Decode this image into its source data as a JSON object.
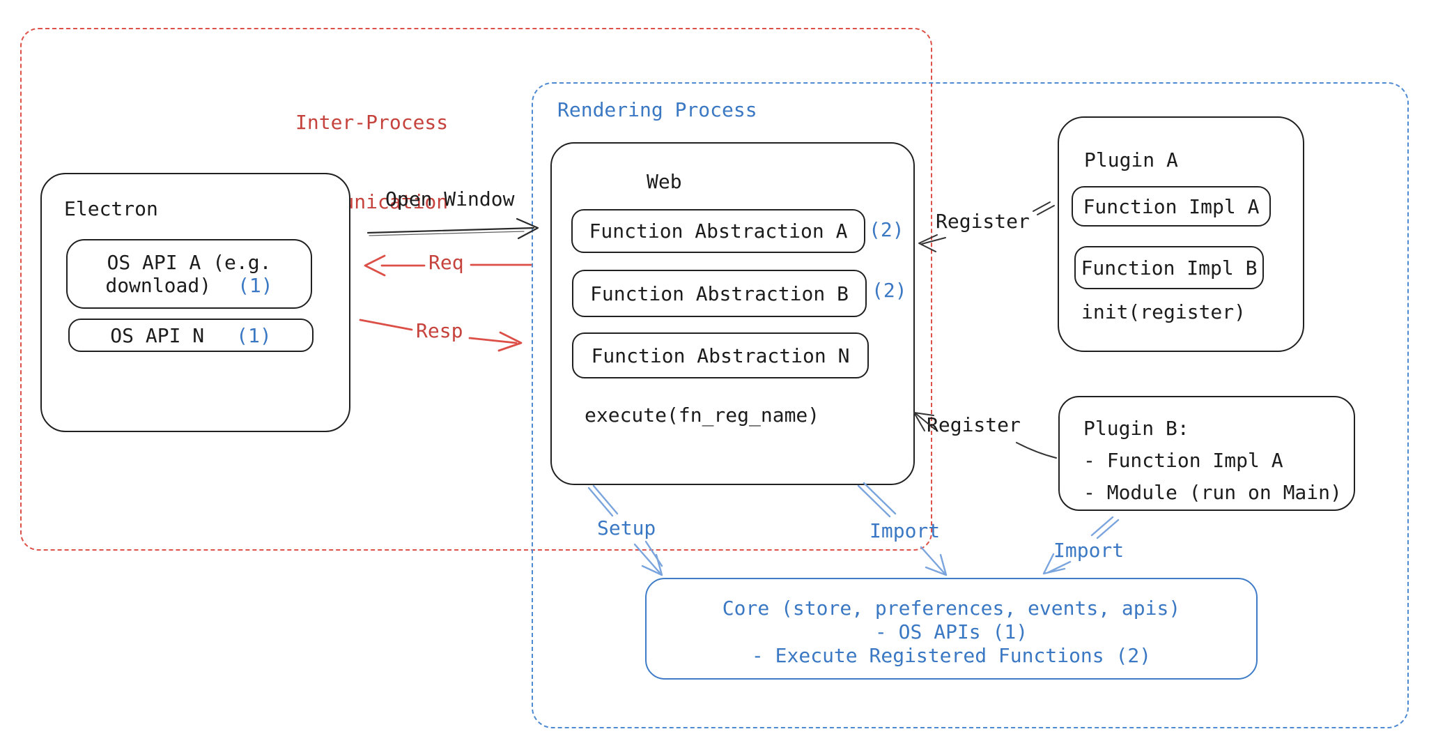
{
  "colors": {
    "red-text": "#c6423c",
    "red-line": "#dc4f47",
    "red-dash": "#de5149",
    "blue-text": "#3b78c4",
    "blue-dash": "#4e8ad2",
    "blue-sketch": "#7aa4de",
    "ink": "#1c1c1c",
    "box-border": "#202020",
    "core-border": "#3f7cc8"
  },
  "diagram": {
    "ipc_group": {
      "label_line1": "Inter-Process",
      "label_line2": "Communication"
    },
    "rendering_group": {
      "label": "Rendering Process"
    },
    "electron": {
      "title": "Electron",
      "os_api_a_line1": "OS API A (e.g.",
      "os_api_a_line2": "download)",
      "os_api_a_badge": "(1)",
      "os_api_n": "OS API N",
      "os_api_n_badge": "(1)"
    },
    "web": {
      "title": "Web",
      "fn_abstraction_a": "Function Abstraction A",
      "fn_abstraction_a_badge": "(2)",
      "fn_abstraction_b": "Function Abstraction B",
      "fn_abstraction_b_badge": "(2)",
      "fn_abstraction_n": "Function Abstraction N",
      "execute": "execute(fn_reg_name)"
    },
    "plugin_a": {
      "title": "Plugin A",
      "impl_a": "Function Impl A",
      "impl_b": "Function Impl B",
      "init": "init(register)"
    },
    "plugin_b": {
      "line1": "Plugin B:",
      "line2": "- Function Impl A",
      "line3": "- Module (run on Main)"
    },
    "core": {
      "line1": "Core (store, preferences, events, apis)",
      "line2": "- OS APIs (1)",
      "line3": "- Execute Registered Functions (2)"
    },
    "labels": {
      "open_window": "Open Window",
      "req": "Req",
      "resp": "Resp",
      "register_plugin_a": "Register",
      "register_plugin_b": "Register",
      "setup": "Setup",
      "import_web": "Import",
      "import_plugin_b": "Import"
    }
  }
}
